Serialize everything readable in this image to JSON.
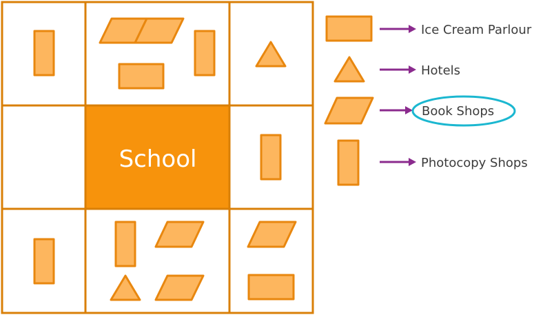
{
  "colors": {
    "grid_line": "#d97f07",
    "shape_fill": "#fdb65e",
    "shape_stroke": "#e8870f",
    "school_fill": "#f7930c",
    "arrow": "#8b2b8e",
    "highlight_ellipse": "#1bb7d0",
    "label_text": "#3c3c3c",
    "school_text": "#ffffff"
  },
  "school": {
    "label": "School"
  },
  "legend": [
    {
      "shape": "rectangle",
      "label": "Ice Cream Parlour"
    },
    {
      "shape": "triangle",
      "label": "Hotels"
    },
    {
      "shape": "parallelogram",
      "label": "Book Shops",
      "highlighted": true
    },
    {
      "shape": "vertical-rectangle",
      "label": "Photocopy Shops"
    }
  ],
  "cells": {
    "top_left": [
      "photocopy-shop"
    ],
    "top_middle": [
      "book-shop",
      "book-shop",
      "ice-cream-parlour",
      "photocopy-shop"
    ],
    "top_right": [
      "hotel"
    ],
    "middle_left": [],
    "middle_right": [
      "photocopy-shop"
    ],
    "bottom_left": [
      "photocopy-shop"
    ],
    "bottom_middle": [
      "photocopy-shop",
      "book-shop",
      "hotel",
      "book-shop"
    ],
    "bottom_right": [
      "book-shop",
      "ice-cream-parlour"
    ]
  }
}
